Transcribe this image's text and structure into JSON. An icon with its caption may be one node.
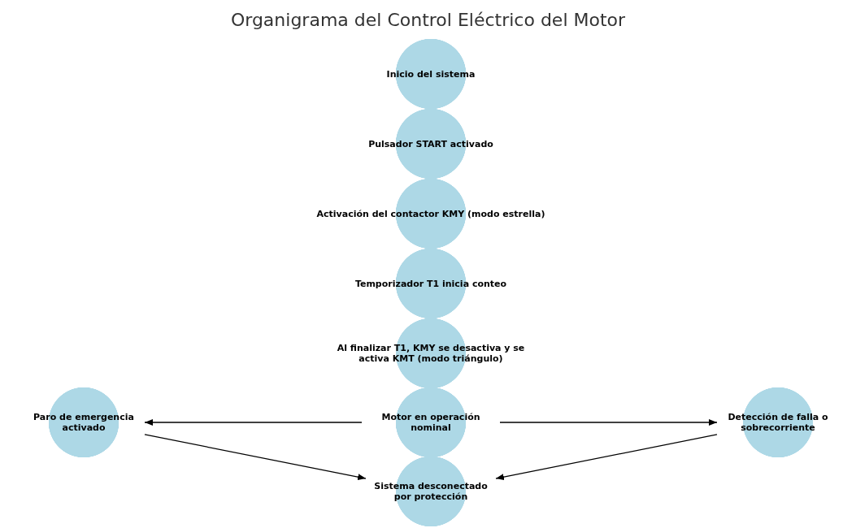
{
  "diagram": {
    "title": "Organigrama del Control Eléctrico del Motor",
    "nodes": [
      {
        "text": [
          "Inicio del sistema"
        ]
      },
      {
        "text": [
          "Pulsador START activado"
        ]
      },
      {
        "text": [
          "Activación del contactor KMY (modo estrella)"
        ]
      },
      {
        "text": [
          "Temporizador T1 inicia conteo"
        ]
      },
      {
        "text": [
          "Al finalizar T1, KMY se desactiva y se activa KMT (modo triángulo)"
        ]
      },
      {
        "text": [
          "Paro de emergencia activado"
        ]
      },
      {
        "text": [
          "Motor en operación nominal"
        ]
      },
      {
        "text": [
          "Detección de falla o sobrecorriente"
        ]
      },
      {
        "text": [
          "Sistema desconectado por protección"
        ]
      }
    ],
    "edges": [
      {
        "from": 6,
        "to": 5,
        "arrow": "to"
      },
      {
        "from": 6,
        "to": 7,
        "arrow": "to"
      },
      {
        "from": 5,
        "to": 8,
        "arrow": "to"
      },
      {
        "from": 7,
        "to": 8,
        "arrow": "to"
      }
    ]
  }
}
